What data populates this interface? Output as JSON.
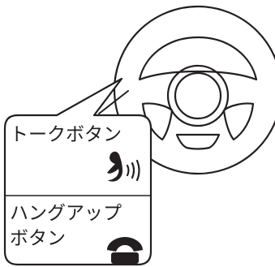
{
  "callout": {
    "talk_button_label": "トークボタン",
    "hangup_button_label_line1": "ハングアップ",
    "hangup_button_label_line2": "ボタン"
  },
  "icons": {
    "talk": "voice-talk-icon",
    "hangup": "phone-handset-icon"
  },
  "colors": {
    "line": "#231f20",
    "background": "#ffffff"
  }
}
